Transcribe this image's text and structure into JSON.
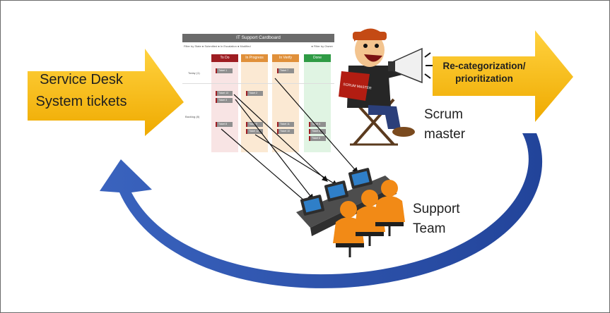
{
  "left_arrow": {
    "line1": "Service Desk",
    "line2": "System tickets",
    "color": "#F5B800"
  },
  "right_arrow": {
    "line1": "Re-categorization/",
    "line2": "prioritization",
    "color": "#F5B800"
  },
  "cycle_arrow": {
    "color": "#2E54A8"
  },
  "roles": {
    "scrum_master_line1": "Scrum",
    "scrum_master_line2": "master",
    "support_line1": "Support",
    "support_line2": "Team"
  },
  "board": {
    "title": "IT Support Cardboard",
    "filter_left": "Filter by State  ● Submitted  ● In Escalation  ● Modified",
    "filter_right": "● Filter by Owner",
    "row_today": "Today (1)",
    "row_backlog": "Backlog (8)",
    "columns": [
      {
        "label": "To Do"
      },
      {
        "label": "In Progress"
      },
      {
        "label": "In Verify"
      },
      {
        "label": "Done"
      }
    ],
    "tickets": {
      "todo": [
        "Ticket 1",
        "Ticket 13",
        "Ticket 3",
        "Ticket 8"
      ],
      "inprog": [
        "Ticket 2",
        "Ticket 9",
        "Ticket 12"
      ],
      "review": [
        "Ticket 7",
        "Ticket 11",
        "Ticket 10"
      ],
      "done": [
        "Ticket 4",
        "Ticket 5",
        "Ticket 6"
      ]
    }
  },
  "scrum_sign": "SCRUM MASTER"
}
